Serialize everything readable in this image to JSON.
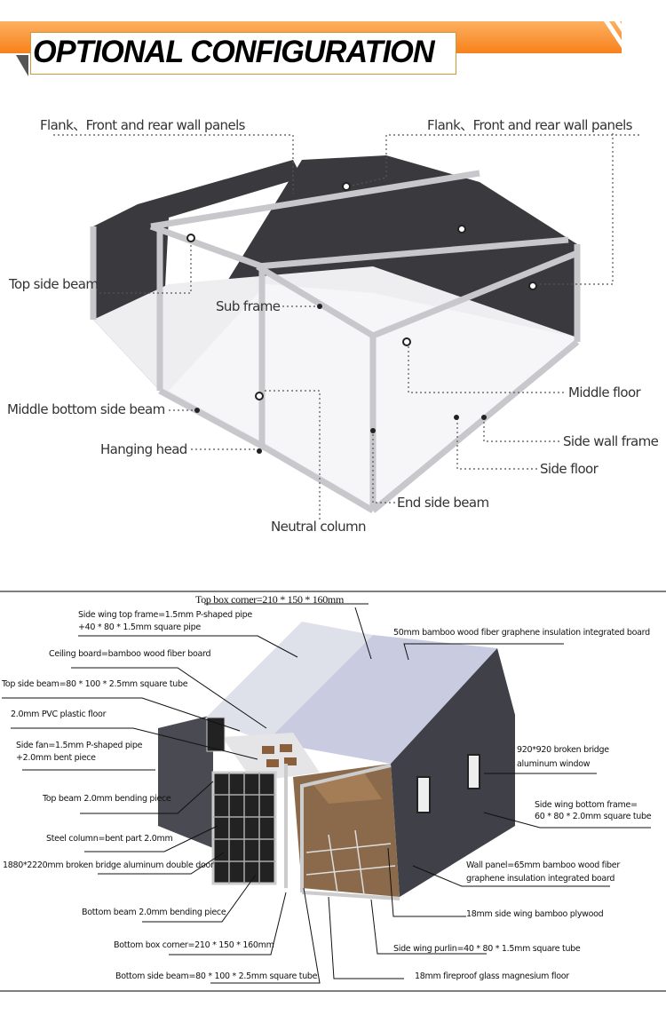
{
  "header": {
    "title": "OPTIONAL CONFIGURATION",
    "accent": "#f7811c"
  },
  "top_diagram": {
    "labels": {
      "flank_left": "Flank、Front and rear wall panels",
      "flank_right": "Flank、Front and rear wall panels",
      "top_side_beam": "Top side beam",
      "sub_frame": "Sub frame",
      "middle_bottom_side_beam": "Middle bottom side beam",
      "hanging_head": "Hanging head",
      "neutral_column": "Neutral column",
      "middle_floor": "Middle floor",
      "side_wall_frame": "Side wall frame",
      "side_floor": "Side floor",
      "end_side_beam": "End side beam"
    }
  },
  "bottom_diagram": {
    "labels": {
      "top_box_corner": "Top box corner=210 * 150 * 160mm",
      "side_wing_top_frame_1": "Side wing top frame=1.5mm P-shaped pipe",
      "side_wing_top_frame_2": "+40 * 80 * 1.5mm square pipe",
      "ceiling_board": "Ceiling board=bamboo wood fiber board",
      "top_side_beam": "Top side beam=80 * 100 * 2.5mm square tube",
      "pvc_floor": "2.0mm PVC plastic floor",
      "side_fan_1": "Side fan=1.5mm P-shaped pipe",
      "side_fan_2": "+2.0mm bent piece",
      "top_beam": "Top beam 2.0mm bending piece",
      "steel_column": "Steel column=bent part 2.0mm",
      "double_door": "1880*2220mm broken bridge aluminum double door",
      "bottom_beam": "Bottom beam 2.0mm bending piece",
      "bottom_box_corner": "Bottom box corner=210 * 150 * 160mm",
      "bottom_side_beam": "Bottom side beam=80 * 100 * 2.5mm square tube",
      "insulation_board": "50mm bamboo wood fiber graphene insulation integrated board",
      "window_1": "920*920 broken bridge",
      "window_2": "aluminum window",
      "side_wing_bottom_frame_1": "Side wing bottom frame=",
      "side_wing_bottom_frame_2": "60 * 80 * 2.0mm square tube",
      "wall_panel_1": "Wall panel=65mm bamboo wood fiber",
      "wall_panel_2": "graphene insulation integrated board",
      "plywood": "18mm side wing bamboo plywood",
      "purlin": "Side wing purlin=40 * 80 * 1.5mm square tube",
      "mgo_floor": "18mm fireproof glass magnesium floor"
    }
  }
}
